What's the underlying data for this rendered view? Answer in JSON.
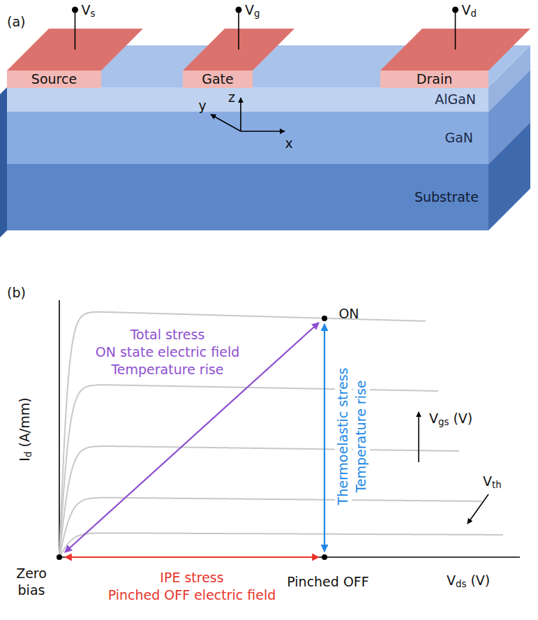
{
  "diagram": {
    "nodes": [
      {
        "text": [
          "Source"
        ]
      },
      {
        "text": [
          "Gate"
        ]
      },
      {
        "text": [
          "Drain"
        ]
      },
      {
        "text": [
          "AlGaN"
        ]
      },
      {
        "text": [
          "GaN"
        ]
      },
      {
        "text": [
          "Substrate"
        ]
      }
    ],
    "labels": [
      "(a)",
      "Vs",
      "Vg",
      "Vd",
      "z",
      "y",
      "x",
      "(b)",
      "Id (A/mm)",
      "Total stress",
      "ON state electric field",
      "Temperature rise",
      "ON",
      "Thermoelastic stress",
      "Temperature rise",
      "Vgs (V)",
      "Vth",
      "Zero bias",
      "Pinched OFF",
      "Vds (V)",
      "IPE stress",
      "Pinched OFF electric field"
    ]
  }
}
